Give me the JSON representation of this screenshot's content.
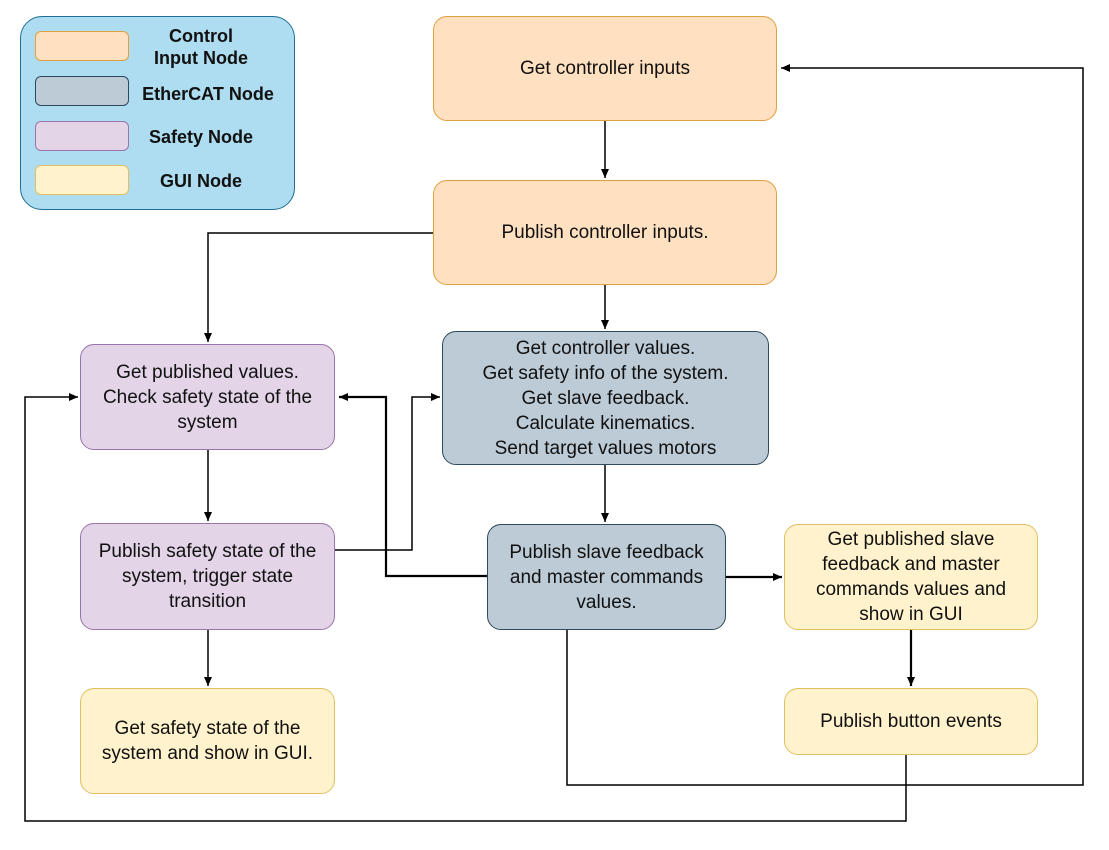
{
  "colors": {
    "control_fill": "#ffe0c0",
    "control_border": "#e0a040",
    "ethercat_fill": "#bccbd6",
    "ethercat_border": "#2d4a5c",
    "safety_fill": "#e3d4e8",
    "safety_border": "#9a74aa",
    "gui_fill": "#fff2cc",
    "gui_border": "#e0c060",
    "legend_fill": "#aedcf0",
    "arrow": "#000000"
  },
  "legend": {
    "control": "Control\nInput Node",
    "ethercat": "EtherCAT Node",
    "safety": "Safety Node",
    "gui": "GUI Node"
  },
  "nodes": {
    "get_controller_inputs": "Get controller inputs",
    "publish_controller_inputs": "Publish controller inputs.",
    "ethercat_process": "Get controller values.\nGet safety info of the system.\nGet slave feedback.\nCalculate kinematics.\nSend target values motors",
    "safety_check": "Get published values.\nCheck safety state of the\nsystem",
    "publish_safety_state": "Publish safety state of the\nsystem, trigger state\ntransition",
    "gui_safety_state": "Get safety state of the\nsystem and show in GUI.",
    "publish_slave_feedback": "Publish slave feedback\nand master commands\nvalues.",
    "gui_slave_feedback": "Get published slave\nfeedback and master\ncommands values and\nshow in GUI",
    "publish_button_events": "Publish button events"
  }
}
